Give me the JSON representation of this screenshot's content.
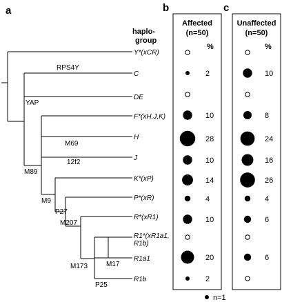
{
  "figure": {
    "panel_a": "a",
    "panel_b": "b",
    "panel_c": "c",
    "haplogroup_header": [
      "haplo-",
      "group"
    ],
    "affected_header": [
      "Affected",
      "(n=50)"
    ],
    "unaffected_header": [
      "Unaffected",
      "(n=50)"
    ],
    "percent_header": "%",
    "legend_label": "n=1"
  },
  "haplogroups": [
    {
      "label": [
        "Y*(xCR)"
      ]
    },
    {
      "label": [
        "C"
      ]
    },
    {
      "label": [
        "DE"
      ]
    },
    {
      "label": [
        "F*(xH,J,K)"
      ]
    },
    {
      "label": [
        "H"
      ]
    },
    {
      "label": [
        "J"
      ]
    },
    {
      "label": [
        "K*(xP)"
      ]
    },
    {
      "label": [
        "P*(xR)"
      ]
    },
    {
      "label": [
        "R*(xR1)"
      ]
    },
    {
      "label": [
        "R1*(xR1a1,",
        "R1b)"
      ]
    },
    {
      "label": [
        "R1a1"
      ]
    },
    {
      "label": [
        "R1b"
      ]
    }
  ],
  "markers": [
    "RPS4Y",
    "YAP",
    "M69",
    "M89",
    "12f2",
    "M9",
    "P27",
    "M207",
    "M173",
    "M17",
    "P25"
  ],
  "chart_data": {
    "type": "bubble",
    "categories": [
      "Y*(xCR)",
      "C",
      "DE",
      "F*(xH,J,K)",
      "H",
      "J",
      "K*(xP)",
      "P*(xR)",
      "R*(xR1)",
      "R1*(xR1a1, R1b)",
      "R1a1",
      "R1b"
    ],
    "series": [
      {
        "name": "Affected (n=50)",
        "values": [
          0,
          2,
          0,
          10,
          28,
          10,
          14,
          4,
          10,
          0,
          20,
          2
        ]
      },
      {
        "name": "Unaffected (n=50)",
        "values": [
          0,
          10,
          0,
          8,
          24,
          16,
          26,
          4,
          6,
          0,
          6,
          0
        ]
      }
    ],
    "value_labels": {
      "Affected (n=50)": [
        "",
        "2",
        "",
        "10",
        "28",
        "10",
        "14",
        "4",
        "10",
        "",
        "20",
        "2"
      ],
      "Unaffected (n=50)": [
        "",
        "10",
        "",
        "8",
        "24",
        "16",
        "26",
        "4",
        "6",
        "",
        "6",
        ""
      ]
    },
    "unit": "%",
    "legend": "n=1"
  }
}
